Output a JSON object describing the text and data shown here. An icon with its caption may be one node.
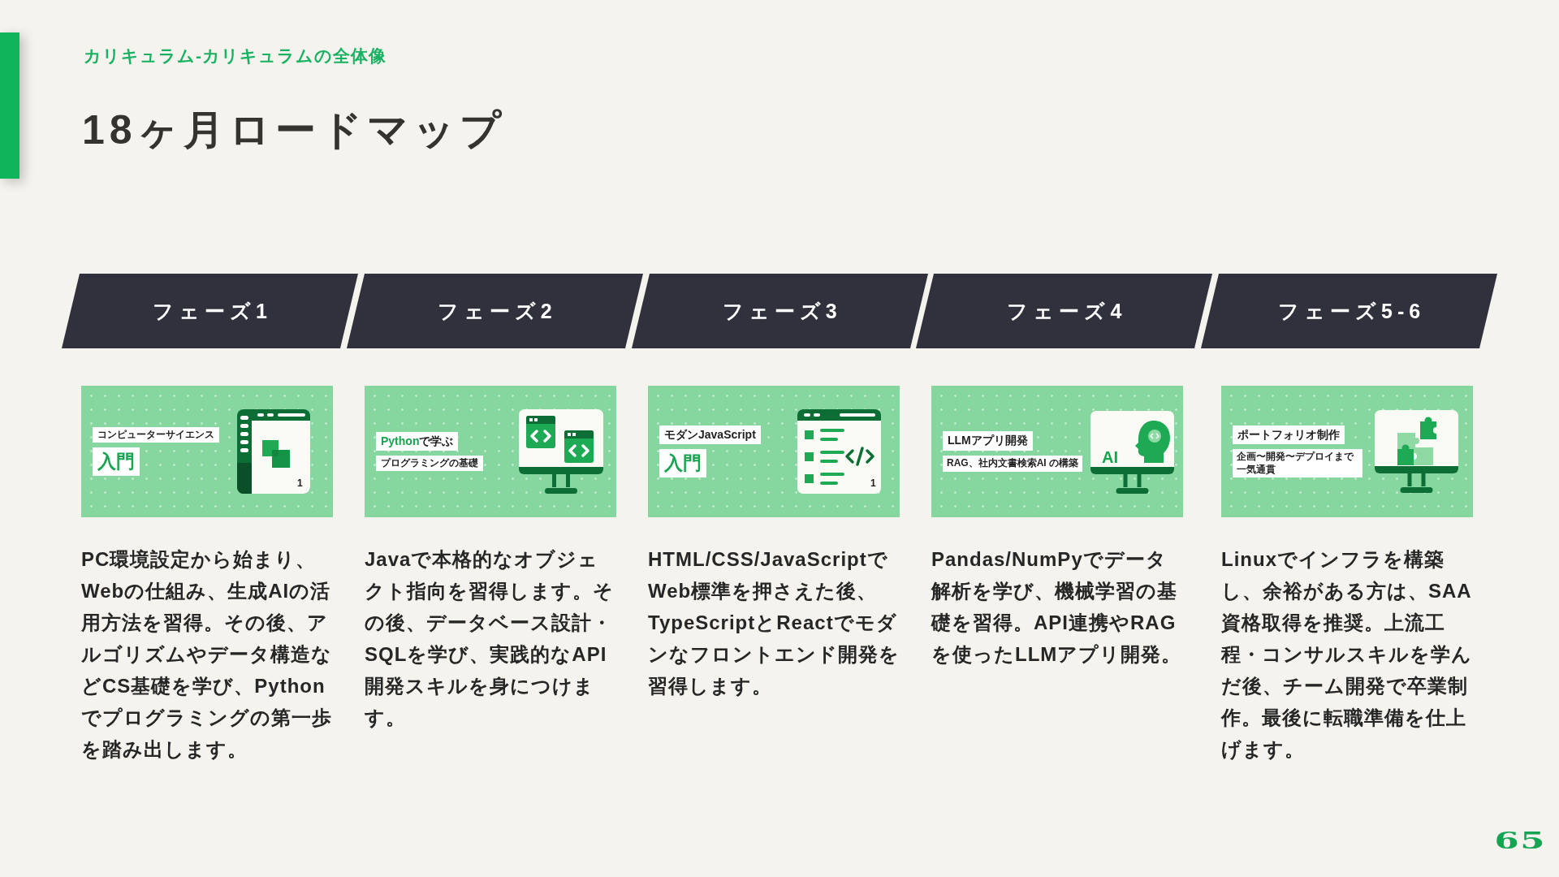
{
  "diagram": {
    "title": "18ヶ月ロードマップ",
    "nodes": [
      {
        "text": [
          "フェーズ1"
        ]
      },
      {
        "text": [
          "フェーズ2"
        ]
      },
      {
        "text": [
          "フェーズ3"
        ]
      },
      {
        "text": [
          "フェーズ4"
        ]
      },
      {
        "text": [
          "フェーズ5-6"
        ]
      },
      {
        "text": [
          "コンピューターサイエンス",
          "入門",
          "1"
        ],
        "beside": [
          "PC環境設定から始まり、Webの仕組み、生成AIの活用方法を習得。その後、アルゴリズムやデータ構造などCS基礎を学び、Pythonでプログラミングの第一歩を踏み出します。"
        ]
      },
      {
        "text": [
          "**Python**で学ぶ",
          "プログラミングの基礎"
        ],
        "beside": [
          "Javaで本格的なオブジェクト指向を習得します。その後、データベース設計・SQLを学び、実践的なAPI開発スキルを身につけます。"
        ]
      },
      {
        "text": [
          "モダンJavaScript",
          "入門",
          "1"
        ],
        "beside": [
          "HTML/CSS/JavaScriptでWeb標準を押さえた後、TypeScriptとReactでモダンなフロントエンド開発を習得します。"
        ]
      },
      {
        "text": [
          "LLMアプリ開発",
          "RAG、社内文書検索AI の構築",
          "AI"
        ],
        "beside": [
          "Pandas/NumPyでデータ解析を学び、機械学習の基礎を習得。API連携やRAGを使ったLLMアプリ開発。"
        ]
      },
      {
        "text": [
          "ポートフォリオ制作",
          "企画〜開発〜デプロイまで一気通貫"
        ],
        "beside": [
          "Linuxでインフラを構築し、余裕がある方は、SAA資格取得を推奨。上流工程・コンサルスキルを学んだ後、チーム開発で卒業制作。最後に転職準備を仕上げます。"
        ]
      }
    ],
    "labels": [
      "カリキュラム-カリキュラムの全体像",
      "65"
    ]
  }
}
